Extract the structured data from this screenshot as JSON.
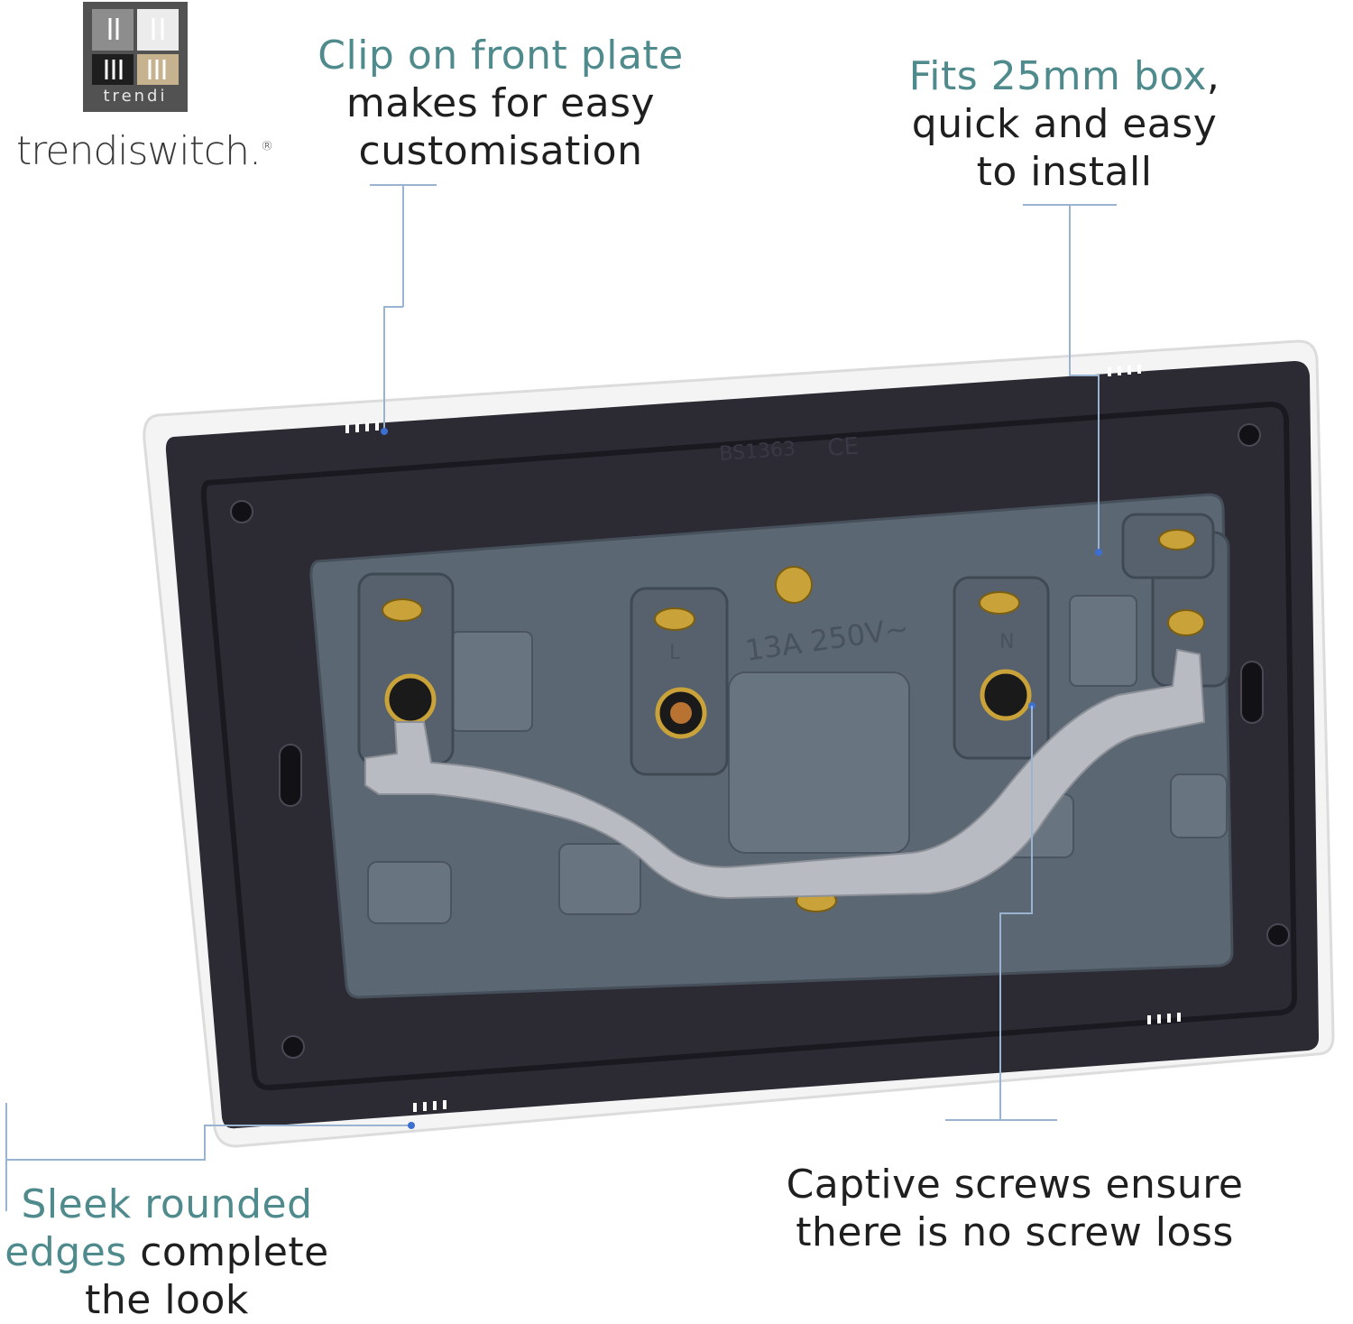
{
  "logo": {
    "badge_text": "trendi",
    "wordmark": "trendiswitch.",
    "registered_mark": "®"
  },
  "callouts": {
    "clip_on": {
      "highlight": "Clip on front plate",
      "line2": "makes for easy",
      "line3": "customisation"
    },
    "fits_box": {
      "highlight": "Fits 25mm box",
      "after_highlight": ",",
      "line2": "quick and easy",
      "line3": "to install"
    },
    "sleek": {
      "highlight1": "Sleek rounded",
      "highlight2": "edges",
      "rest2": " complete",
      "line3": "the look"
    },
    "captive": {
      "line1": "Captive screws ensure",
      "line2": "there is no screw loss"
    }
  },
  "product_markings": {
    "rating": "13A 250V~",
    "standard": "BS1363",
    "ce": "CE",
    "live": "L",
    "neutral": "N"
  },
  "colors": {
    "accent_teal": "#4f8a8d",
    "leader_line": "#9ab3d0",
    "leader_dot": "#3d6fd1",
    "frame_dark": "#2c2a33",
    "module_grey": "#5c6774",
    "brass": "#c9a23a",
    "steel": "#b8bcc2"
  }
}
